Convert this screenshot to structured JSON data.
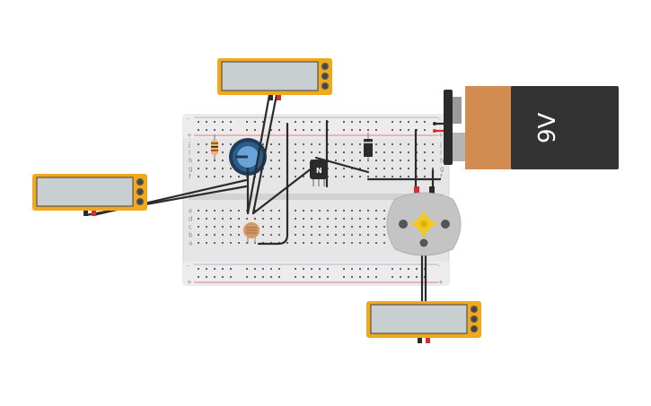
{
  "circuit": {
    "battery": {
      "label": "9V",
      "body_color": "#333333",
      "cap_color": "#d38c4f"
    },
    "breadboard": {
      "row_labels": [
        "a",
        "b",
        "c",
        "d",
        "e",
        "f",
        "g",
        "h",
        "i",
        "j"
      ],
      "rail_plus": "+",
      "rail_minus": "-",
      "columns": 30
    },
    "transistor": {
      "label": "N"
    },
    "multimeters": [
      {
        "id": "top",
        "buttons": [
          "A",
          "V",
          "Ω"
        ]
      },
      {
        "id": "left",
        "buttons": [
          "A",
          "V",
          "Ω"
        ]
      },
      {
        "id": "bottom",
        "buttons": [
          "A",
          "V",
          "Ω"
        ]
      }
    ],
    "colors": {
      "multimeter_frame": "#f0a81c",
      "multimeter_screen": "#c7cfd1",
      "wire": "#2b2b2b",
      "probe_red": "#d32f2f",
      "rail_red": "#e05a5a",
      "motor_body": "#c4c4c4",
      "motor_gear": "#f2c81d",
      "potentiometer": "#2a5d8a"
    }
  }
}
